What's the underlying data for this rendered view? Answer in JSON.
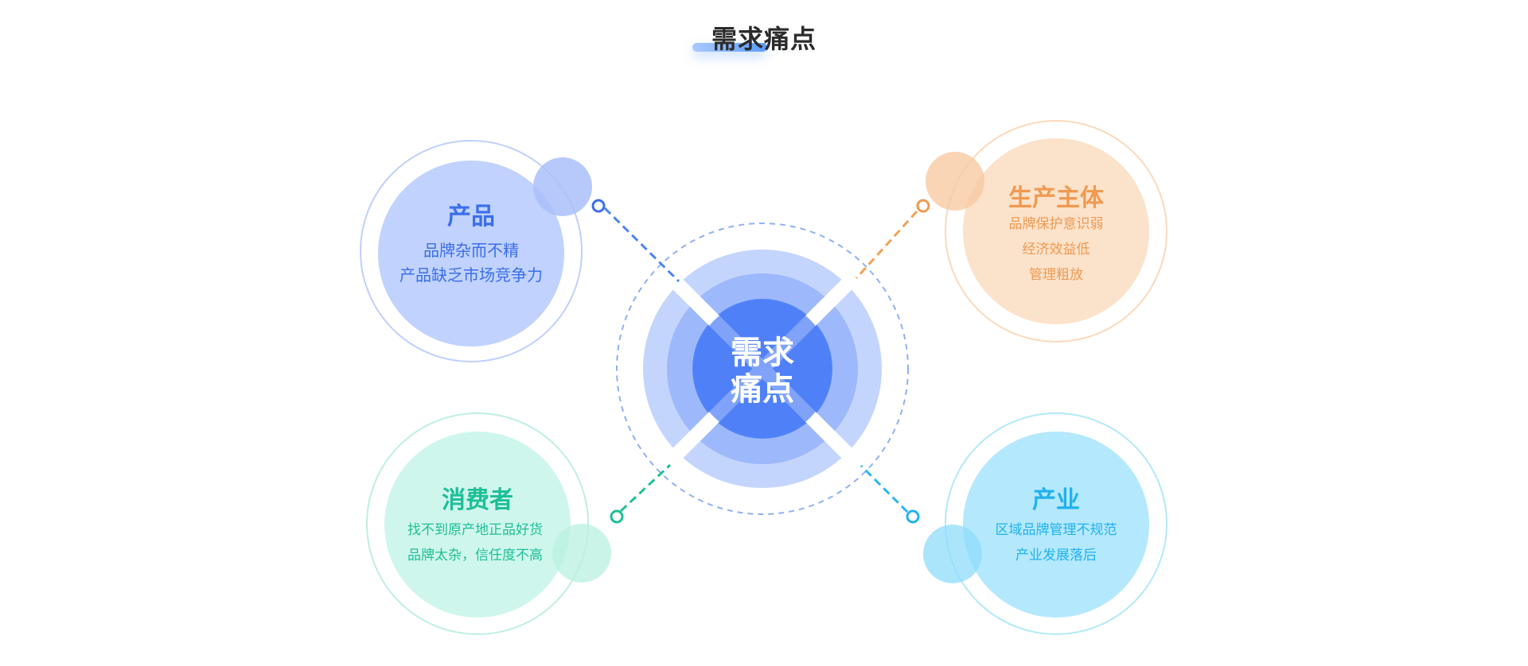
{
  "title": "需求痛点",
  "center": {
    "line1": "需求",
    "line2": "痛点"
  },
  "nodes": {
    "product": {
      "title": "产品",
      "lines": [
        "品牌杂而不精",
        "产品缺乏市场竞争力"
      ],
      "color": "#3b6fe8"
    },
    "producer": {
      "title": "生产主体",
      "lines": [
        "品牌保护意识弱",
        "经济效益低",
        "管理粗放"
      ],
      "color": "#ee9a52"
    },
    "consumer": {
      "title": "消费者",
      "lines": [
        "找不到原产地正品好货",
        "品牌太杂，信任度不高"
      ],
      "color": "#1dbf98"
    },
    "industry": {
      "title": "产业",
      "lines": [
        "区域品牌管理不规范",
        "产业发展落后"
      ],
      "color": "#1fb2ee"
    }
  }
}
